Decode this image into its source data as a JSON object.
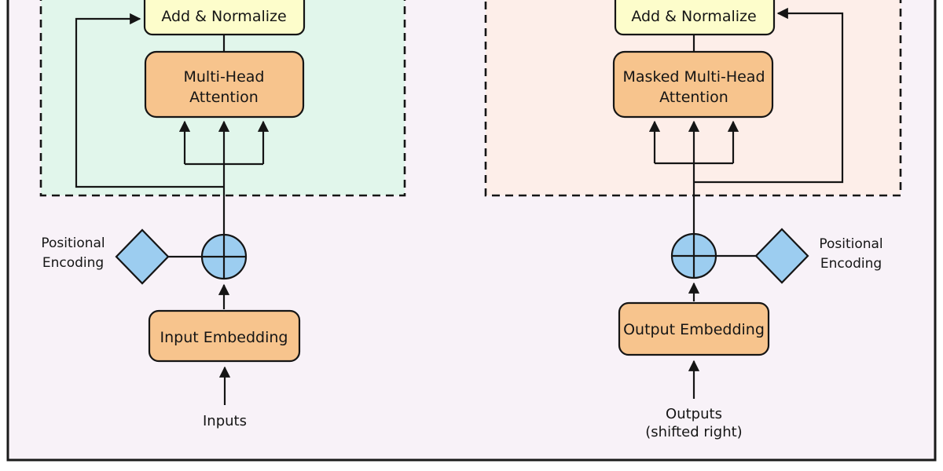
{
  "figure": {
    "title": "transformer-encoder-decoder-bottom-fragment",
    "encoder": {
      "add_normalize_label": "Add & Normalize",
      "attention_label_line1": "Multi-Head",
      "attention_label_line2": "Attention",
      "positional_label_line1": "Positional",
      "positional_label_line2": "Encoding",
      "embedding_label": "Input Embedding",
      "input_label": "Inputs"
    },
    "decoder": {
      "add_normalize_label": "Add & Normalize",
      "attention_label_line1": "Masked Multi-Head",
      "attention_label_line2": "Attention",
      "positional_label_line1": "Positional",
      "positional_label_line2": "Encoding",
      "embedding_label": "Output Embedding",
      "output_label_line1": "Outputs",
      "output_label_line2": "(shifted right)"
    },
    "icons": {
      "add_operator": "circle-plus-operator",
      "positional_encoding_shape": "diamond"
    }
  },
  "colors": {
    "canvas_bg": "#f8f2f8",
    "encoder_bg": "#e1f6eb",
    "decoder_bg": "#fdeee9",
    "box_yellow": "#fdfdcb",
    "box_orange": "#f7c48d",
    "shape_blue": "#9ccdf0",
    "line": "#151515"
  }
}
